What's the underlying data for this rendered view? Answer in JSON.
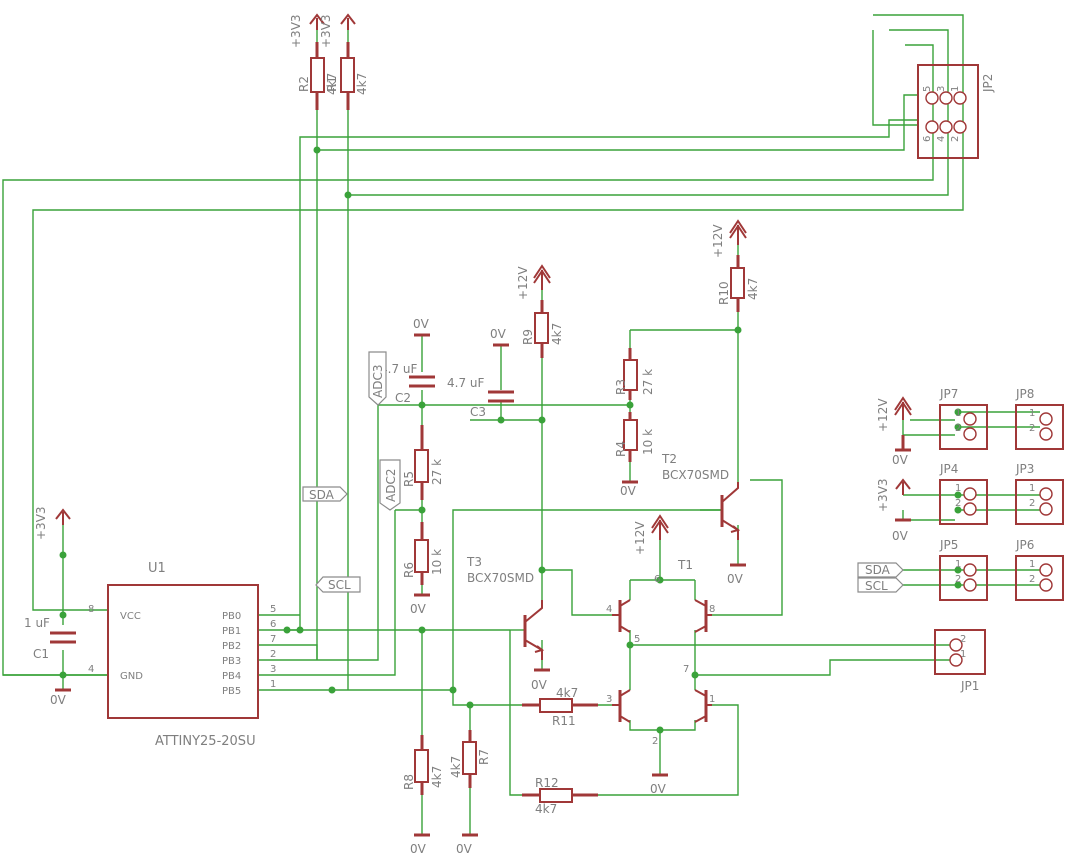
{
  "u1": {
    "name": "U1",
    "value": "ATTINY25-20SU",
    "pins_left": [
      "VCC",
      "GND"
    ],
    "pins_left_nums": [
      "8",
      "4"
    ],
    "pins_right": [
      "PB0",
      "PB1",
      "PB2",
      "PB3",
      "PB4",
      "PB5"
    ],
    "pins_right_nums": [
      "5",
      "6",
      "7",
      "2",
      "3",
      "1"
    ]
  },
  "c1": {
    "name": "C1",
    "value": "1 uF"
  },
  "c2": {
    "name": "C2",
    "value": "4.7 uF"
  },
  "c3": {
    "name": "C3",
    "value": "4.7 uF"
  },
  "r2": {
    "name": "R2",
    "value": "4k7"
  },
  "r1": {
    "name": "R1",
    "value": "4k7"
  },
  "r3": {
    "name": "R3",
    "value": "27 k"
  },
  "r4": {
    "name": "R4",
    "value": "10 k"
  },
  "r5": {
    "name": "R5",
    "value": "27 k"
  },
  "r6": {
    "name": "R6",
    "value": "10 k"
  },
  "r7": {
    "name": "R7",
    "value": "4k7"
  },
  "r8": {
    "name": "R8",
    "value": "4k7"
  },
  "r9": {
    "name": "R9",
    "value": "4k7"
  },
  "r10": {
    "name": "R10",
    "value": "4k7"
  },
  "r11": {
    "name": "R11",
    "value": "4k7"
  },
  "r12": {
    "name": "R12",
    "value": "4k7"
  },
  "t1": {
    "name": "T1",
    "pins": [
      "6",
      "4",
      "8",
      "5",
      "7",
      "3",
      "1",
      "2"
    ]
  },
  "t2": {
    "name": "T2",
    "value": "BCX70SMD"
  },
  "t3": {
    "name": "T3",
    "value": "BCX70SMD"
  },
  "supplies": {
    "v33": "+3V3",
    "v12": "+12V",
    "gnd": "0V"
  },
  "labels": {
    "sda": "SDA",
    "scl": "SCL",
    "adc2": "ADC2",
    "adc3": "ADC3"
  },
  "headers": {
    "jp1": "JP1",
    "jp2": "JP2",
    "jp3": "JP3",
    "jp4": "JP4",
    "jp5": "JP5",
    "jp6": "JP6",
    "jp7": "JP7",
    "jp8": "JP8",
    "jp2_pins": [
      "5",
      "3",
      "1",
      "6",
      "4",
      "2"
    ],
    "two_pins": [
      "1",
      "2"
    ],
    "jp1_pins": [
      "2",
      "1"
    ]
  }
}
